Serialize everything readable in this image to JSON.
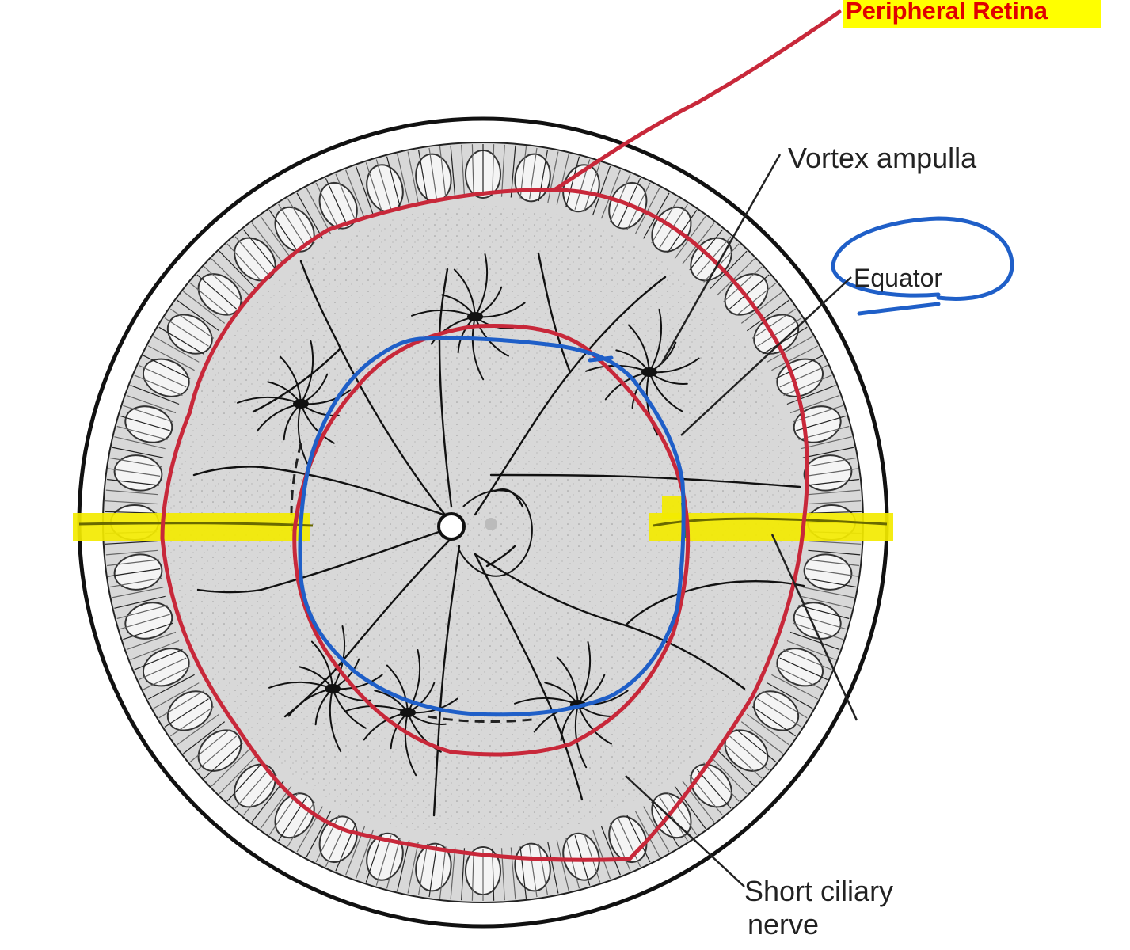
{
  "diagram": {
    "labels": {
      "peripheral_retina": "Peripheral Retina",
      "vortex_ampulla": "Vortex ampulla",
      "equator": "Equator",
      "short_ciliary_nerve_line1": "Short ciliary",
      "short_ciliary_nerve_line2": "nerve"
    },
    "colors": {
      "annotation_red": "#c8283a",
      "annotation_blue": "#1f5fc8",
      "highlight_yellow": "#f3ea00",
      "label_red_text": "#e00000",
      "ink": "#111111",
      "ora_serrata_fill": "#9a9a9a"
    }
  }
}
